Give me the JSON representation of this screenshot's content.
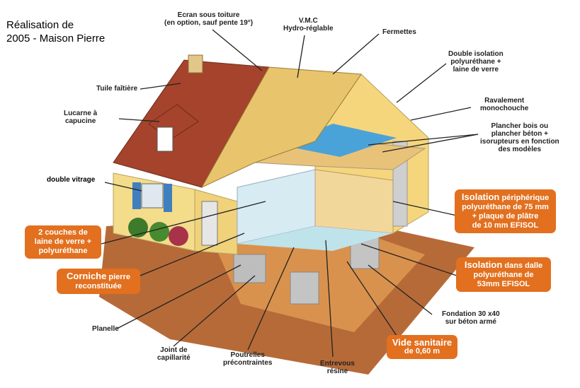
{
  "title": {
    "line1": "Réalisation de",
    "line2": "2005 - Maison Pierre"
  },
  "labels": {
    "ecran_line1": "Ecran sous toiture",
    "ecran_line2": "(en option, sauf pente 19°)",
    "vmc_line1": "V.M.C",
    "vmc_line2": "Hydro-réglable",
    "fermettes": "Fermettes",
    "double_iso_line1": "Double isolation",
    "double_iso_line2": "polyuréthane +",
    "double_iso_line3": "laine de verre",
    "ravalement_line1": "Ravalement",
    "ravalement_line2": "monochouche",
    "plancher_line1": "Plancher bois ou",
    "plancher_line2": "plancher béton +",
    "plancher_line3": "isorupteurs en fonction",
    "plancher_line4": "des modèles",
    "tuile": "Tuile faîtière",
    "lucarne_line1": "Lucarne à",
    "lucarne_line2": "capucine",
    "double_vitrage": "double vitrage",
    "planelle": "Planelle",
    "joint_line1": "Joint de",
    "joint_line2": "capillarité",
    "poutrelles_line1": "Poutrelles",
    "poutrelles_line2": "précontraintes",
    "entrevous_line1": "Entrevous",
    "entrevous_line2": "résine",
    "fondation_line1": "Fondation 30 x40",
    "fondation_line2": "sur béton armé"
  },
  "boxes": {
    "couches_line1": "2 couches de",
    "couches_line2": "laine de verre +",
    "couches_line3": "polyuréthane",
    "corniche_big": "Corniche",
    "corniche_rest": "pierre",
    "corniche_line2": "reconstituée",
    "iso_per_big": "Isolation",
    "iso_per_rest": "périphérique",
    "iso_per_line2": "polyuréthane de 75 mm",
    "iso_per_line3": "+ plaque de plâtre",
    "iso_per_line4": "de 10 mm EFISOL",
    "iso_dalle_big": "Isolation",
    "iso_dalle_rest": "dans dalle",
    "iso_dalle_line2": "polyuréthane de",
    "iso_dalle_line3": "53mm EFISOL",
    "vide_line1": "Vide sanitaire",
    "vide_line2": "de 0,60 m"
  },
  "colors": {
    "accent": "#e2701f",
    "roof": "#a5432c",
    "wall": "#f3dc8a",
    "wood": "#d9a64f"
  }
}
